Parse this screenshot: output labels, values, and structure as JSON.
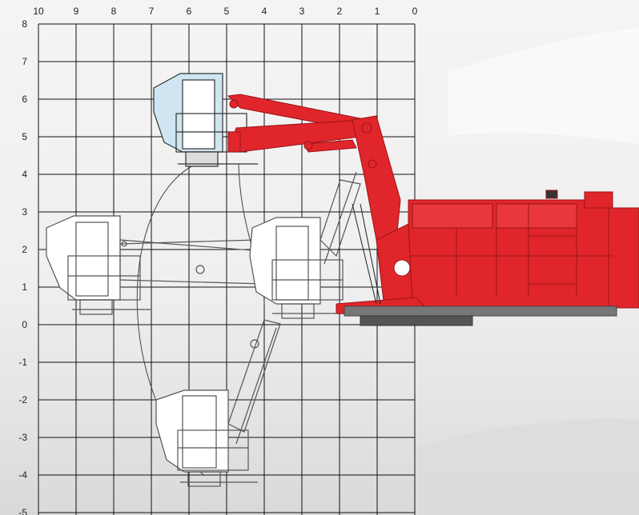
{
  "grid": {
    "x_ticks": [
      "10",
      "9",
      "8",
      "7",
      "6",
      "5",
      "4",
      "3",
      "2",
      "1",
      "0"
    ],
    "y_ticks": [
      "8",
      "7",
      "6",
      "5",
      "4",
      "3",
      "2",
      "1",
      "0",
      "-1",
      "-2",
      "-3",
      "-4",
      "-5"
    ]
  },
  "colors": {
    "machine_red": "#e0262b",
    "machine_dark_red": "#9b1418",
    "grid_line": "#111111",
    "ghost_line": "#555555",
    "cab_glass": "#cfe6f2"
  },
  "icons": {
    "machine": "red-drill-rig-illustration",
    "cab_positions": [
      "cab-top-position",
      "cab-left-position",
      "cab-middle-position",
      "cab-bottom-position"
    ]
  }
}
